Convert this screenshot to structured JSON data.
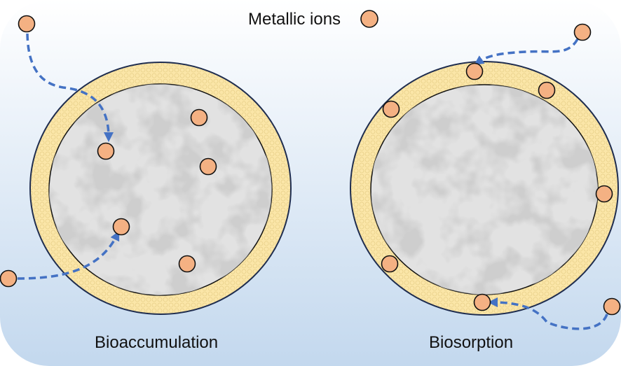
{
  "legend": {
    "label": "Metallic ions"
  },
  "cells": [
    {
      "label": "Bioaccumulation"
    },
    {
      "label": "Biosorption"
    }
  ],
  "colors": {
    "ion_fill": "#f4b183",
    "arrow": "#4472c4",
    "wall": "#fbe6a8",
    "cytoplasm": "#c8c8c8",
    "background_bottom": "#c3d8ee"
  }
}
